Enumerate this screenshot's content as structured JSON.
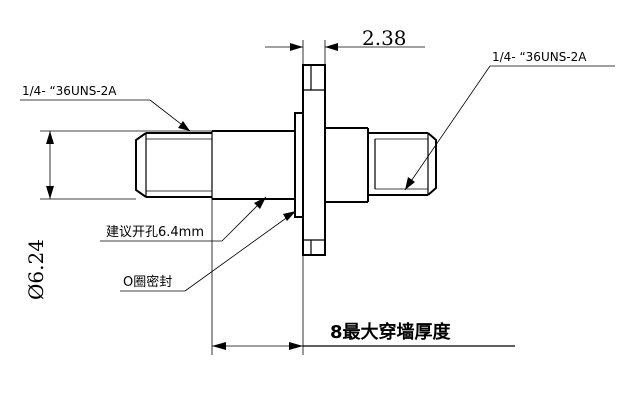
{
  "labels": {
    "thread_left": "1/4- “36UNS-2A",
    "thread_right": "1/4- “36UNS-2A",
    "flange_thickness": "2.38",
    "diameter": "Ø6.24",
    "hole_suggestion": "建议开孔6.4mm",
    "oring_seal": "O圈密封",
    "max_wall": "8最大穿墙厚度"
  }
}
